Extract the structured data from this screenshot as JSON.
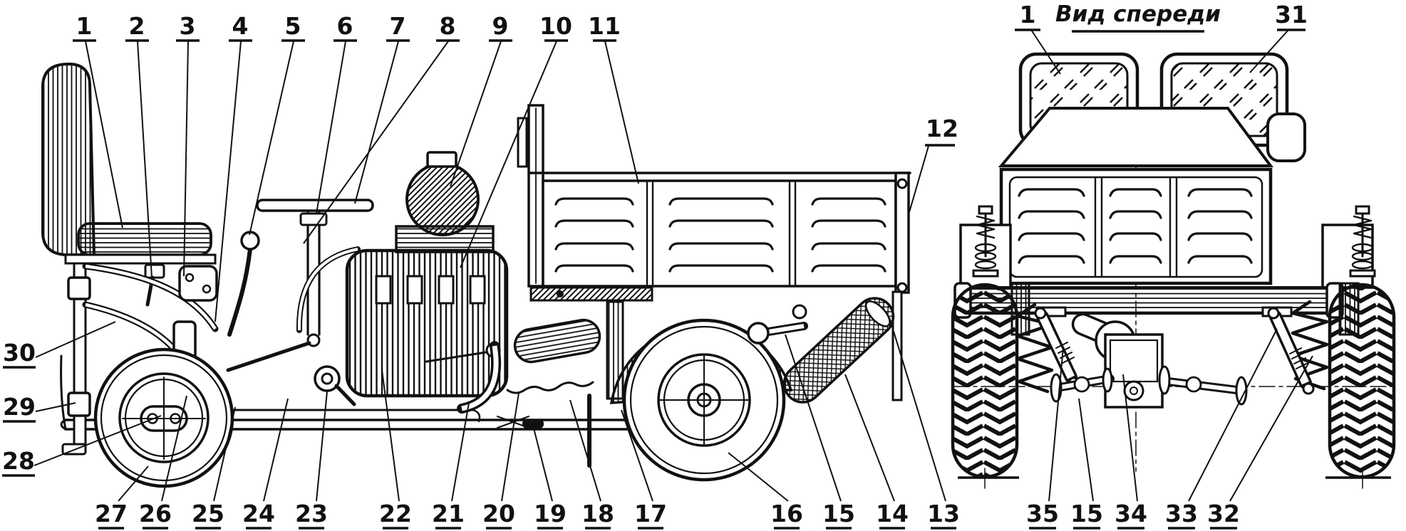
{
  "figure": {
    "type": "technical-diagram",
    "subject": "three-wheeled motorized cargo tricycle, side view and front view with numbered part callouts"
  },
  "titles": {
    "front_view": "Вид спереди"
  },
  "callouts": {
    "side_top": [
      "1",
      "2",
      "3",
      "4",
      "5",
      "6",
      "7",
      "8",
      "9",
      "10",
      "11"
    ],
    "side_right": [
      "12"
    ],
    "side_left": [
      "30",
      "29",
      "28"
    ],
    "side_bottom": [
      "27",
      "26",
      "25",
      "24",
      "23",
      "22",
      "21",
      "20",
      "19",
      "18",
      "17",
      "16",
      "15",
      "14",
      "13"
    ],
    "front_top": [
      "1",
      "31"
    ],
    "front_bottom": [
      "35",
      "15",
      "34",
      "33",
      "32"
    ]
  },
  "colors": {
    "ink": "#111111",
    "paper": "#ffffff"
  }
}
